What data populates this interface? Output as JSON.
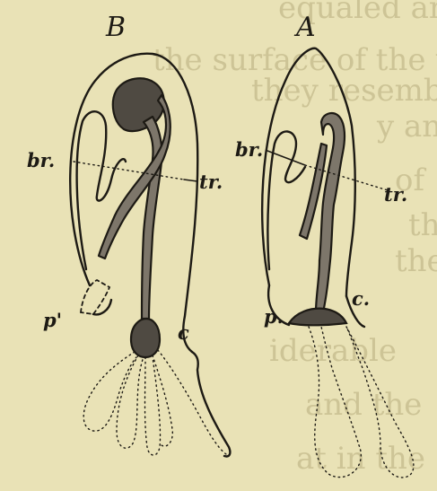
{
  "figure": {
    "panels": [
      {
        "id": "B",
        "label": "B"
      },
      {
        "id": "A",
        "label": "A"
      }
    ],
    "annotations": {
      "B": {
        "br": "br.",
        "tr": "tr.",
        "p": "p'",
        "c": "c"
      },
      "A": {
        "br": "br.",
        "tr": "tr.",
        "p": "p.",
        "c": "c."
      }
    },
    "background_text": [
      "equaled and",
      "the surface of the water",
      "they resemble",
      "y and",
      "of",
      "th",
      "the",
      "iderable",
      "and the",
      "at in the"
    ]
  }
}
